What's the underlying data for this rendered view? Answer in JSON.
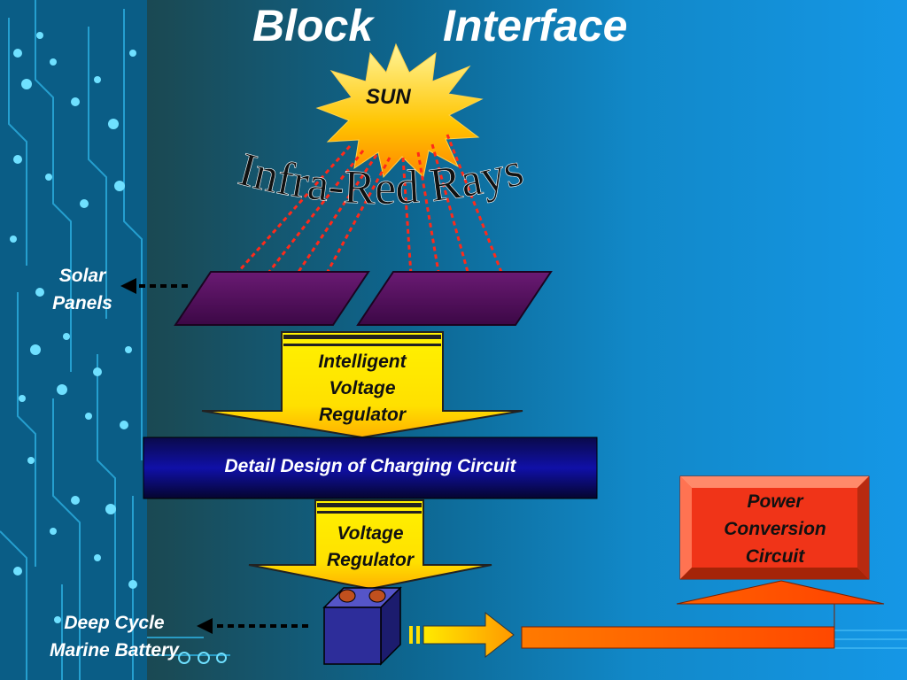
{
  "slide": {
    "title_left": "Block",
    "title_right": "Interface",
    "sun_label": "SUN",
    "rays_label": "Infra-Red Rays",
    "solar_panels_label": [
      "Solar",
      "Panels"
    ],
    "ivr_label": [
      "Intelligent",
      "Voltage",
      "Regulator"
    ],
    "banner_label": "Detail Design of Charging Circuit",
    "vr_label": [
      "Voltage",
      "Regulator"
    ],
    "battery_label": [
      "Deep Cycle",
      "Marine Battery"
    ],
    "power_conversion_label": [
      "Power",
      "Conversion",
      "Circuit"
    ]
  },
  "colors": {
    "title_text": "#ffffff",
    "sun_fill": "#ffb400",
    "ray": "#ff2a1a",
    "panel_fill": "#5a1061",
    "arrow_fill": "#ffe100",
    "banner_fill": "#0b0b80",
    "power_box": "#f03418",
    "orange_arrow": "#ff5a00",
    "battery_fill": "#2d2d9a",
    "side_label_text": "#ffffff"
  }
}
